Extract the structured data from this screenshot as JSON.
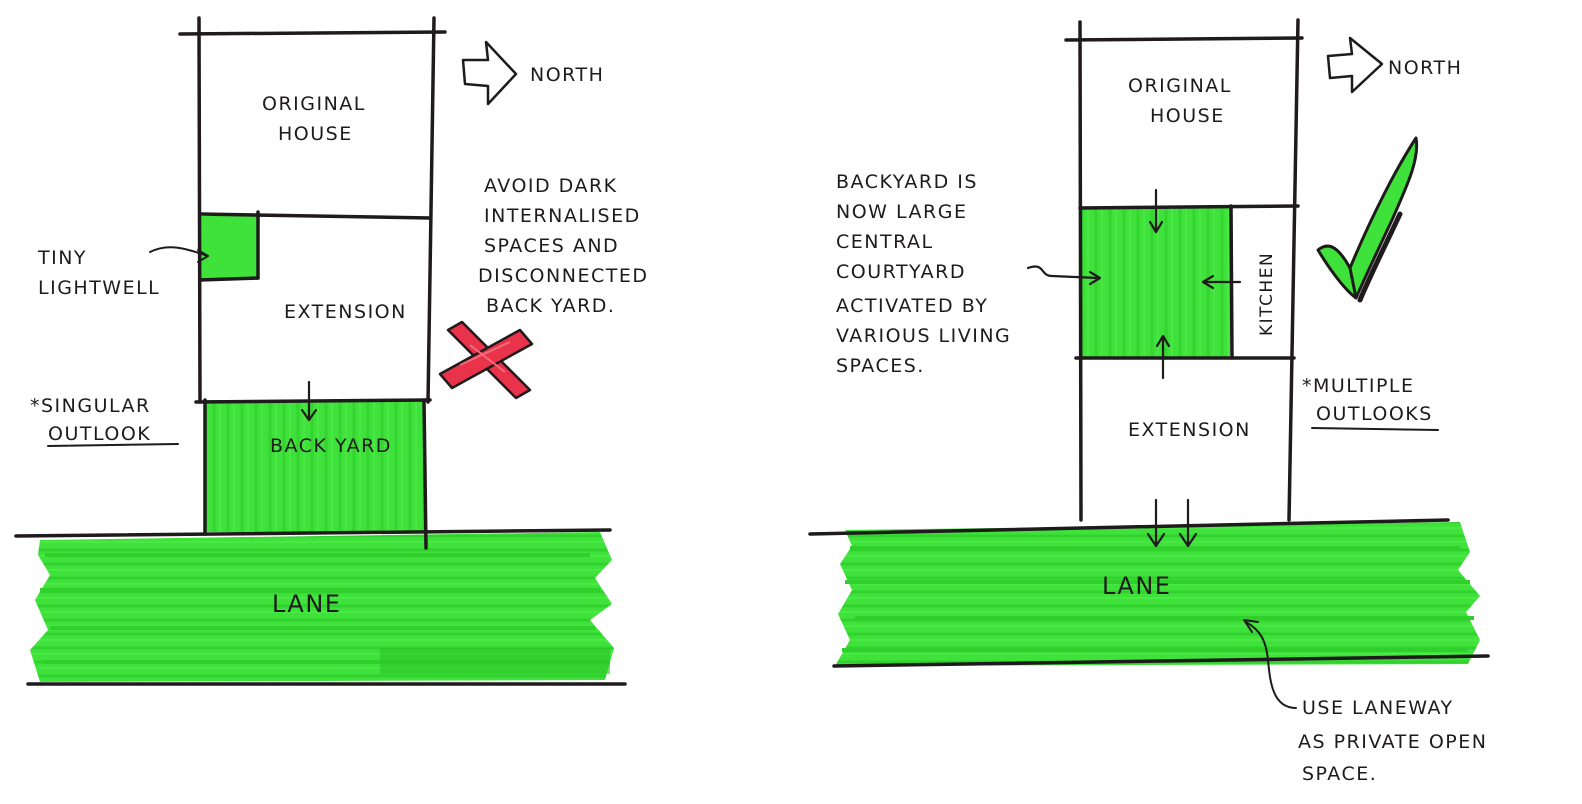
{
  "colors": {
    "ink": "#1f1a1c",
    "green": "#3fe23a",
    "green_dark": "#2cc52a",
    "red": "#e8334a",
    "paper": "#ffffff"
  },
  "left": {
    "north": "NORTH",
    "original_house": [
      "ORIGINAL",
      "HOUSE"
    ],
    "extension": "EXTENSION",
    "backyard": "BACK YARD",
    "lane": "LANE",
    "lightwell": [
      "TINY",
      "LIGHTWELL"
    ],
    "outlook": [
      "*SINGULAR",
      "OUTLOOK"
    ],
    "note": [
      "AVOID DARK",
      "INTERNALISED",
      "SPACES AND",
      "DISCONNECTED",
      "BACK YARD."
    ],
    "mark": "cross-icon"
  },
  "right": {
    "north": "NORTH",
    "original_house": [
      "ORIGINAL",
      "HOUSE"
    ],
    "extension": "EXTENSION",
    "kitchen": "KITCHEN",
    "lane": "LANE",
    "outlook": [
      "*MULTIPLE",
      "OUTLOOKS"
    ],
    "note": [
      "BACKYARD IS",
      "NOW LARGE",
      "CENTRAL",
      "COURTYARD",
      "ACTIVATED BY",
      "VARIOUS LIVING",
      "SPACES."
    ],
    "laneway_note": [
      "USE LANEWAY",
      "AS PRIVATE OPEN",
      "SPACE."
    ],
    "mark": "check-icon"
  }
}
